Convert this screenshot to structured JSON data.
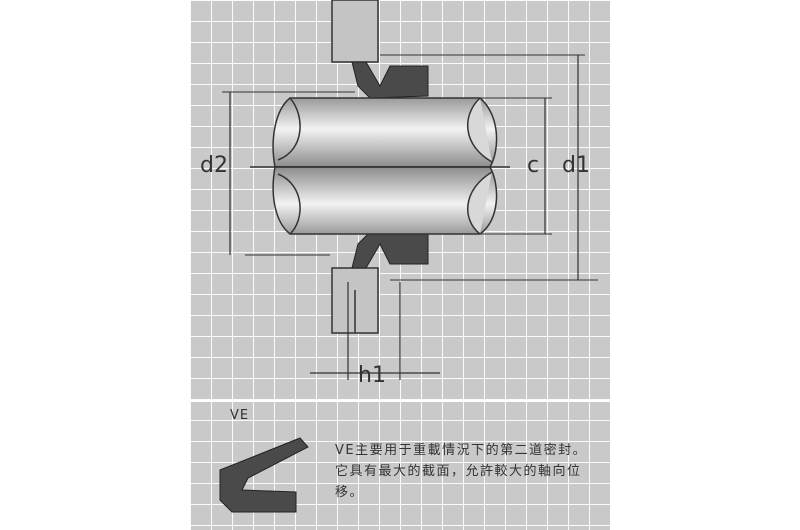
{
  "diagram": {
    "labels": {
      "d2": "d2",
      "c": "c",
      "d1": "d1",
      "h1": "h1"
    }
  },
  "legend": {
    "seal_type": "VE",
    "description": "VE主要用于重載情況下的第二道密封。它具有最大的截面，允許較大的軸向位移。"
  },
  "colors": {
    "panel": "#c9c9c9",
    "grid": "#ffffff",
    "seal": "#4a4a4a",
    "shaft": "#b4b4b4",
    "line": "#333333"
  }
}
